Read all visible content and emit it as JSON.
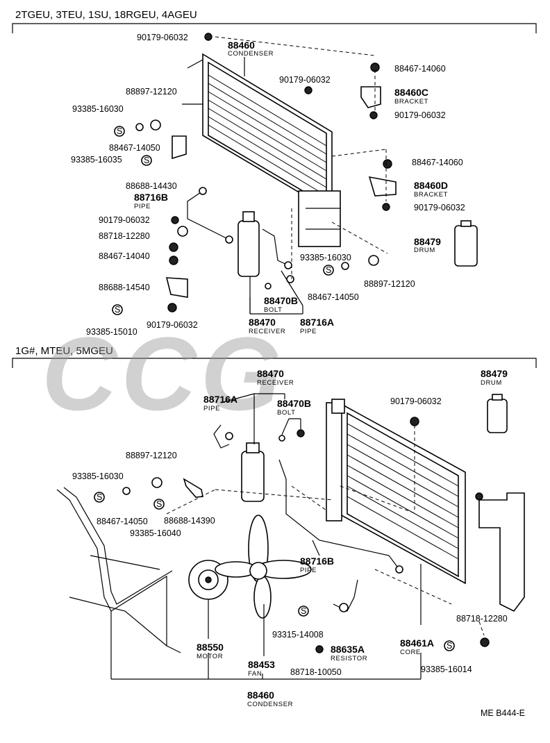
{
  "section_top": {
    "header": "2TGEU, 3TEU, 1SU, 18RGEU, 4AGEU",
    "parts": [
      {
        "id": "t_90179_a",
        "number": "90179-06032",
        "name": ""
      },
      {
        "id": "t_88460",
        "number": "88460",
        "name": "CONDENSER"
      },
      {
        "id": "t_90179_b",
        "number": "90179-06032",
        "name": ""
      },
      {
        "id": "t_88467_14060_a",
        "number": "88467-14060",
        "name": ""
      },
      {
        "id": "t_88460c",
        "number": "88460C",
        "name": "BRACKET"
      },
      {
        "id": "t_90179_c",
        "number": "90179-06032",
        "name": ""
      },
      {
        "id": "t_88897_a",
        "number": "88897-12120",
        "name": ""
      },
      {
        "id": "t_93385_16030_a",
        "number": "93385-16030",
        "name": ""
      },
      {
        "id": "t_88467_14050_a",
        "number": "88467-14050",
        "name": ""
      },
      {
        "id": "t_93385_16035",
        "number": "93385-16035",
        "name": ""
      },
      {
        "id": "t_88467_14060_b",
        "number": "88467-14060",
        "name": ""
      },
      {
        "id": "t_88460d",
        "number": "88460D",
        "name": "BRACKET"
      },
      {
        "id": "t_90179_d",
        "number": "90179-06032",
        "name": ""
      },
      {
        "id": "t_88688_14430",
        "number": "88688-14430",
        "name": ""
      },
      {
        "id": "t_88716b",
        "number": "88716B",
        "name": "PIPE"
      },
      {
        "id": "t_90179_e",
        "number": "90179-06032",
        "name": ""
      },
      {
        "id": "t_88479",
        "number": "88479",
        "name": "DRUM"
      },
      {
        "id": "t_88718_12280",
        "number": "88718-12280",
        "name": ""
      },
      {
        "id": "t_88467_14040",
        "number": "88467-14040",
        "name": ""
      },
      {
        "id": "t_93385_16030_b",
        "number": "93385-16030",
        "name": ""
      },
      {
        "id": "t_88897_b",
        "number": "88897-12120",
        "name": ""
      },
      {
        "id": "t_88688_14540",
        "number": "88688-14540",
        "name": ""
      },
      {
        "id": "t_88470b",
        "number": "88470B",
        "name": "BOLT"
      },
      {
        "id": "t_88467_14050_b",
        "number": "88467-14050",
        "name": ""
      },
      {
        "id": "t_93385_15010",
        "number": "93385-15010",
        "name": ""
      },
      {
        "id": "t_90179_f",
        "number": "90179-06032",
        "name": ""
      },
      {
        "id": "t_88470",
        "number": "88470",
        "name": "RECEIVER"
      },
      {
        "id": "t_88716a",
        "number": "88716A",
        "name": "PIPE"
      }
    ]
  },
  "section_bottom": {
    "header": "1G#, MTEU, 5MGEU",
    "parts": [
      {
        "id": "b_88470",
        "number": "88470",
        "name": "RECEIVER"
      },
      {
        "id": "b_88479",
        "number": "88479",
        "name": "DRUM"
      },
      {
        "id": "b_88716a",
        "number": "88716A",
        "name": "PIPE"
      },
      {
        "id": "b_88470b",
        "number": "88470B",
        "name": "BOLT"
      },
      {
        "id": "b_90179",
        "number": "90179-06032",
        "name": ""
      },
      {
        "id": "b_88897",
        "number": "88897-12120",
        "name": ""
      },
      {
        "id": "b_93385_16030",
        "number": "93385-16030",
        "name": ""
      },
      {
        "id": "b_88467_14050",
        "number": "88467-14050",
        "name": ""
      },
      {
        "id": "b_88688_14390",
        "number": "88688-14390",
        "name": ""
      },
      {
        "id": "b_93385_16040",
        "number": "93385-16040",
        "name": ""
      },
      {
        "id": "b_88716b",
        "number": "88716B",
        "name": "PIPE"
      },
      {
        "id": "b_88718_12280",
        "number": "88718-12280",
        "name": ""
      },
      {
        "id": "b_93315_14008",
        "number": "93315-14008",
        "name": ""
      },
      {
        "id": "b_88635a",
        "number": "88635A",
        "name": "RESISTOR"
      },
      {
        "id": "b_88461a",
        "number": "88461A",
        "name": "CORE"
      },
      {
        "id": "b_88550",
        "number": "88550",
        "name": "MOTOR"
      },
      {
        "id": "b_88453",
        "number": "88453",
        "name": "FAN"
      },
      {
        "id": "b_88718_10050",
        "number": "88718-10050",
        "name": ""
      },
      {
        "id": "b_93385_16014",
        "number": "93385-16014",
        "name": ""
      },
      {
        "id": "b_88460",
        "number": "88460",
        "name": "CONDENSER"
      }
    ]
  },
  "washer_symbol": "S",
  "watermark": "CCG",
  "footer": "ME  B444-E",
  "colors": {
    "ink": "#000000",
    "paper": "#ffffff",
    "watermark": "#9a9a9a"
  }
}
